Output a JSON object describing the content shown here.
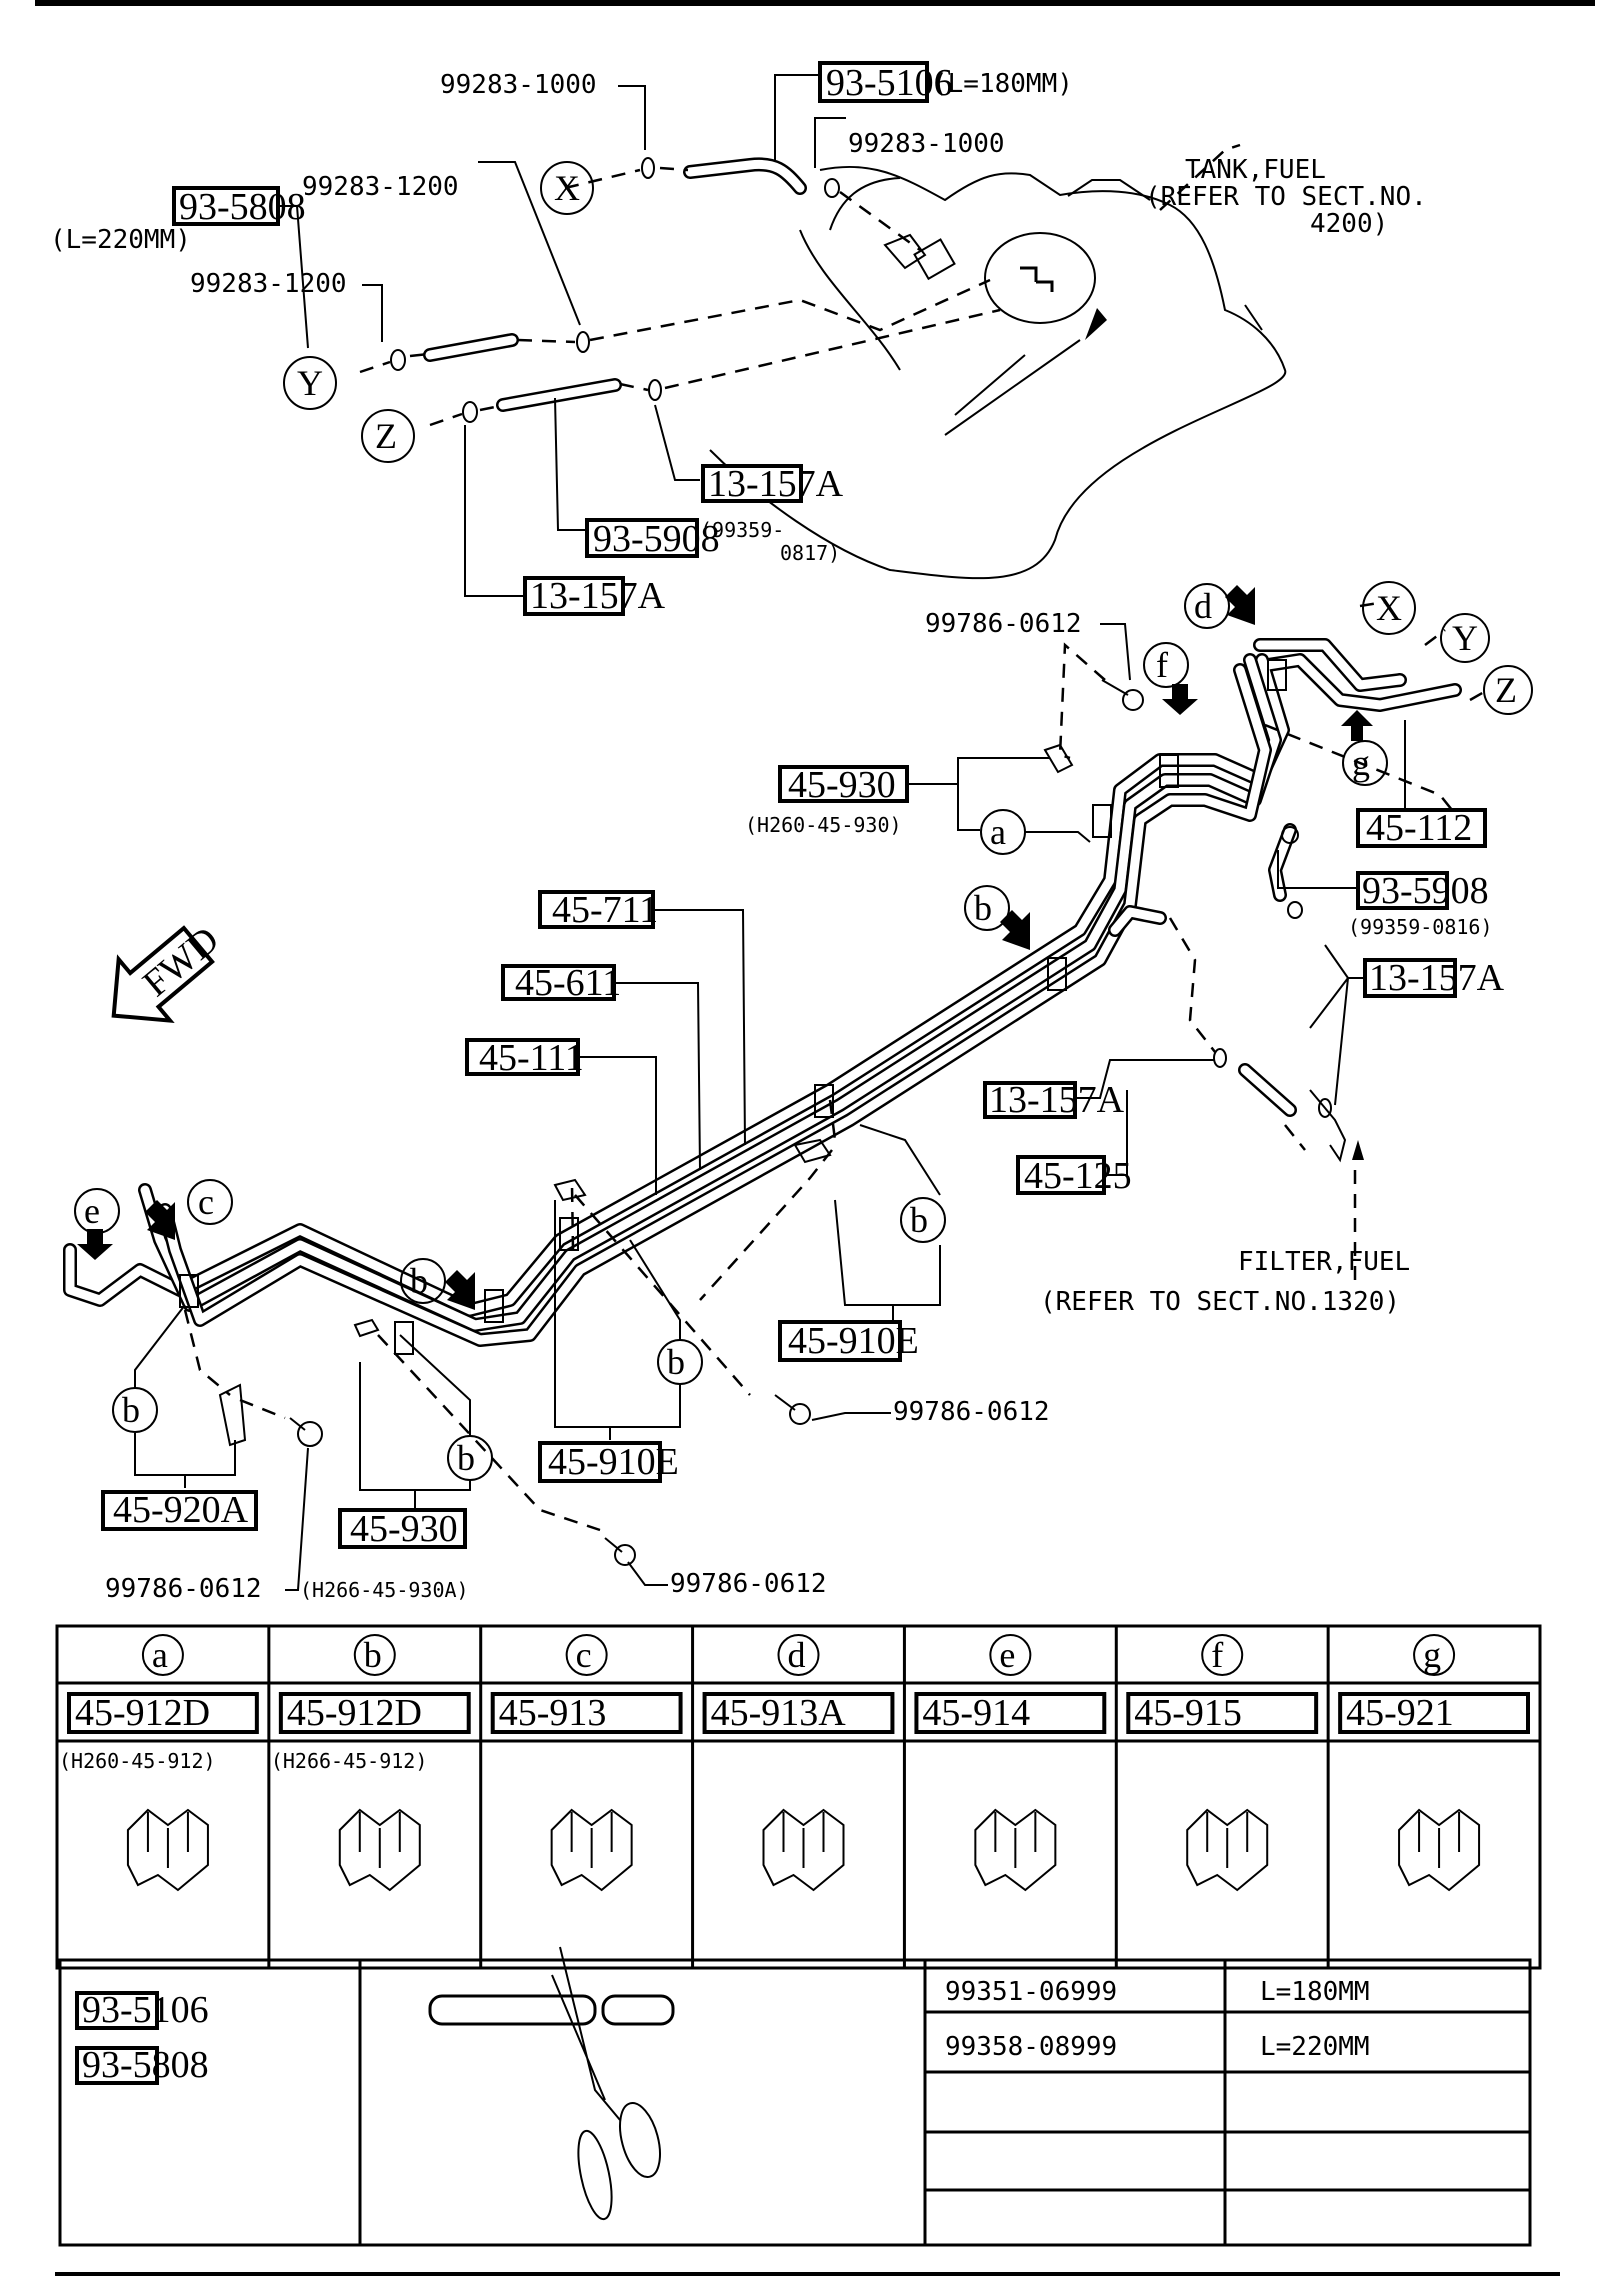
{
  "diagram": {
    "title_refs": {
      "tank": {
        "line1": "TANK,FUEL",
        "line2": "(REFER TO SECT.NO.",
        "line3": "4200)"
      },
      "filter": {
        "line1": "FILTER,FUEL",
        "line2": "(REFER TO SECT.NO.1320)"
      }
    },
    "fwd_label": "FWD",
    "connectors": {
      "x": "X",
      "y": "Y",
      "z": "Z"
    },
    "callouts": {
      "a": "a",
      "b": "b",
      "c": "c",
      "d": "d",
      "e": "e",
      "f": "f",
      "g": "g"
    },
    "labels": {
      "p99283_1000_a": "99283-1000",
      "p99283_1000_b": "99283-1000",
      "p99283_1200_a": "99283-1200",
      "p99283_1200_b": "99283-1200",
      "p93_5106": "93-5106",
      "p93_5106_len": "(L=180MM)",
      "p93_5808": "93-5808",
      "p93_5808_len": "(L=220MM)",
      "p13_157A_a": "13-157A",
      "p13_157A_b": "13-157A",
      "p93_5908_a": "93-5908",
      "p93_5908_a_sub1": "(99359-",
      "p93_5908_a_sub2": "0817)",
      "p99786_0612_a": "99786-0612",
      "p45_930_a": "45-930",
      "p45_930_a_sub": "(H260-45-930)",
      "p45_112": "45-112",
      "p93_5908_b": "93-5908",
      "p93_5908_b_sub": "(99359-0816)",
      "p13_157A_c": "13-157A",
      "p13_157A_d": "13-157A",
      "p45_125": "45-125",
      "p45_711": "45-711",
      "p45_611": "45-611",
      "p45_111": "45-111",
      "p45_910E_a": "45-910E",
      "p45_910E_b": "45-910E",
      "p99786_0612_b": "99786-0612",
      "p99786_0612_c": "99786-0612",
      "p99786_0612_d": "99786-0612",
      "p45_920A": "45-920A",
      "p45_930_b": "45-930",
      "p45_930_b_sub": "(H266-45-930A)"
    }
  },
  "clip_table": {
    "columns": [
      {
        "key": "a",
        "part": "45-912D",
        "note": "(H260-45-912)",
        "icon": "pipe-clip-icon"
      },
      {
        "key": "b",
        "part": "45-912D",
        "note": "(H266-45-912)",
        "icon": "pipe-clip-icon"
      },
      {
        "key": "c",
        "part": "45-913",
        "note": "",
        "icon": "pipe-clip-icon"
      },
      {
        "key": "d",
        "part": "45-913A",
        "note": "",
        "icon": "pipe-clip-icon"
      },
      {
        "key": "e",
        "part": "45-914",
        "note": "",
        "icon": "pipe-clip-icon"
      },
      {
        "key": "f",
        "part": "45-915",
        "note": "",
        "icon": "pipe-clip-icon"
      },
      {
        "key": "g",
        "part": "45-921",
        "note": "",
        "icon": "pipe-clip-icon"
      }
    ]
  },
  "hose_table": {
    "parts": [
      "93-5106",
      "93-5808"
    ],
    "illustration": "scissors-cutting-hose-icon",
    "rows": [
      {
        "number": "99351-06999",
        "length": "L=180MM"
      },
      {
        "number": "99358-08999",
        "length": "L=220MM"
      },
      {
        "number": "",
        "length": ""
      },
      {
        "number": "",
        "length": ""
      },
      {
        "number": "",
        "length": ""
      }
    ]
  }
}
